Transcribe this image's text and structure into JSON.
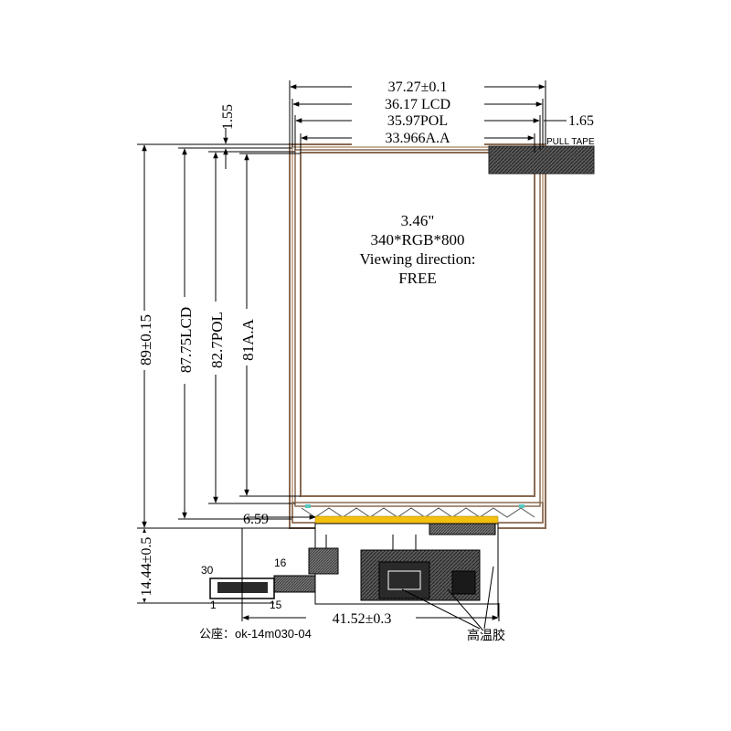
{
  "dimensions": {
    "outline_width": "37.27±0.1",
    "lcd_width": "36.17 LCD",
    "pol_width": "35.97POL",
    "aa_width": "33.966A.A",
    "offset_top": "1.55",
    "tape_offset": "1.65",
    "outline_height": "89±0.15",
    "lcd_height": "87.75LCD",
    "pol_height": "82.7POL",
    "aa_height": "81A.A",
    "fpc_offset": "6.59",
    "fpc_height": "14.44±0.5",
    "fpc_length": "41.52±0.3"
  },
  "labels": {
    "pull_tape": "PULL TAPE",
    "size": "3.46\"",
    "resolution": "340*RGB*800",
    "viewing_direction": "Viewing direction:",
    "viewing_value": "FREE",
    "pin_30": "30",
    "pin_16": "16",
    "pin_1": "1",
    "pin_15": "15",
    "connector_note": "公座：ok-14m030-04",
    "high_temp_tape": "高温胶"
  },
  "colors": {
    "line": "#000000",
    "frame": "#8a6a52",
    "pol": "#c9b29a",
    "tape": "#333333",
    "fpc_highlight": "#f3c010",
    "chip": "#2a2a2a"
  }
}
